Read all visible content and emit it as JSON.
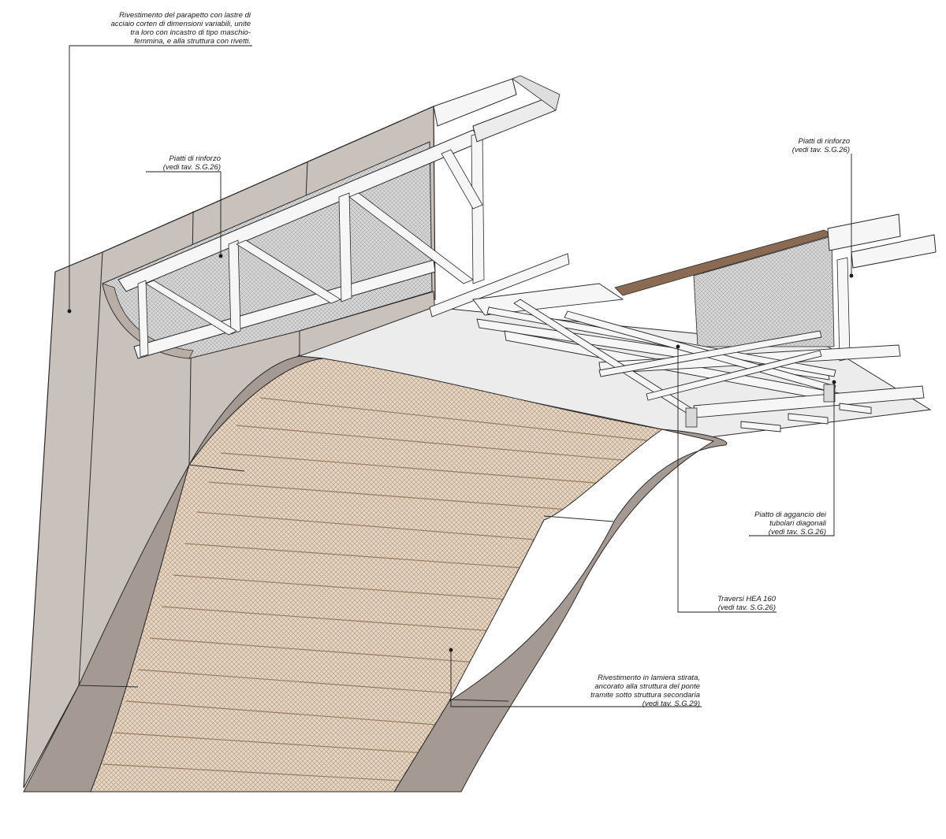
{
  "drawing": {
    "colors": {
      "background": "#ffffff",
      "corten_panel": "#c9c1bb",
      "corten_panel_dark": "#a59a93",
      "corten_soffit": "#b3a8a1",
      "expanded_metal": "#e6d5c3",
      "expanded_metal_grid": "#b0977f",
      "expanded_metal_seam": "#9a7b60",
      "steel_white": "#f6f6f6",
      "steel_shadow": "#d9d9d9",
      "mesh_panel": "#cfcfcf",
      "wood_deck": "#8a6a52",
      "linework": "#2a2a2a"
    },
    "callouts": [
      {
        "id": "parapet-cladding",
        "text": "Rivestimento del parapetto con lastre di\nacciaio corten di dimensioni variabili, unite\ntra loro con incastro di tipo maschio-\nfemmina, e alla struttura con rivetti."
      },
      {
        "id": "reinforcement-plates-left",
        "text": "Piatti di rinforzo\n(vedi tav. S.G.26)"
      },
      {
        "id": "reinforcement-plates-right",
        "text": "Piatti di rinforzo\n(vedi tav. S.G.26)"
      },
      {
        "id": "diagonal-tube-plate",
        "text": "Piatto di aggancio dei\ntubolari diagonali\n(vedi tav. S.G.26)"
      },
      {
        "id": "hea-crossbeams",
        "text": "Traversi HEA 160\n(vedi tav. S.G.26)"
      },
      {
        "id": "expanded-metal-cladding",
        "text": "Rivestimento in lamiera stirata,\nancorato alla struttura del ponte\ntramite sotto struttura secondaria\n(vedi tav. S.G.29)"
      }
    ]
  }
}
